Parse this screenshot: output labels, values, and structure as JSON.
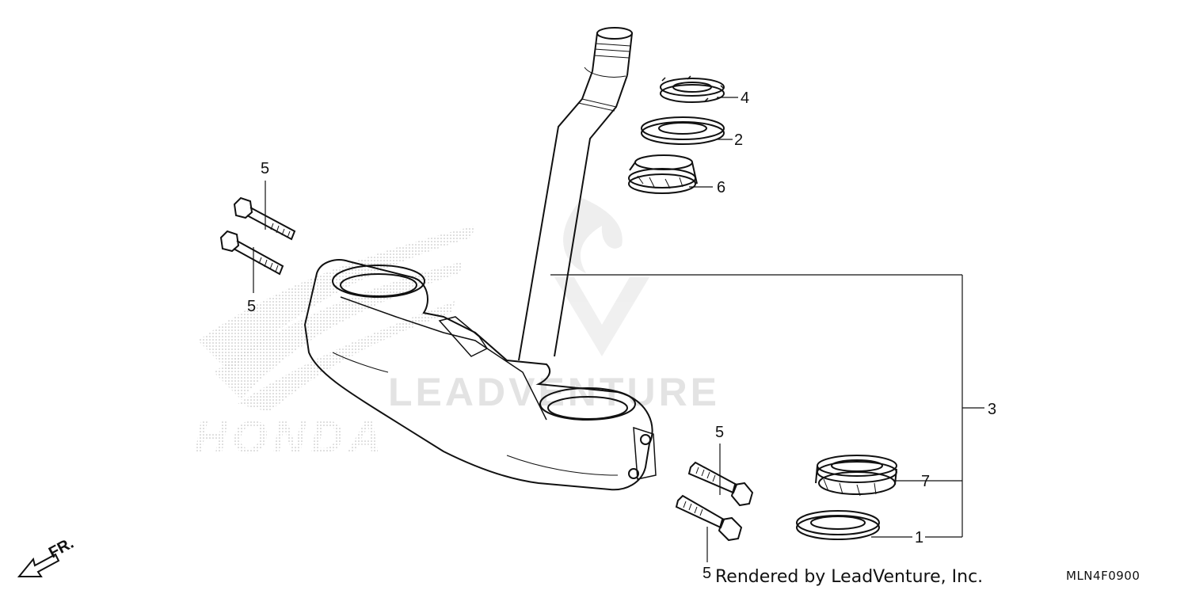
{
  "watermark": {
    "brand_text": "HONDA",
    "vendor_text": "LEADVENTURE"
  },
  "direction_marker": {
    "label": "FR."
  },
  "callouts": [
    {
      "label": "4",
      "part": "steering-nut"
    },
    {
      "label": "2",
      "part": "dust-seal-upper"
    },
    {
      "label": "6",
      "part": "upper-bearing"
    },
    {
      "label": "5",
      "part": "bolt-upper-left-top"
    },
    {
      "label": "5",
      "part": "bolt-upper-left-bottom"
    },
    {
      "label": "3",
      "part": "steering-stem-assembly"
    },
    {
      "label": "5",
      "part": "bolt-lower-right-top"
    },
    {
      "label": "7",
      "part": "lower-bearing"
    },
    {
      "label": "1",
      "part": "dust-seal-lower"
    },
    {
      "label": "5",
      "part": "bolt-lower-right-bottom"
    }
  ],
  "footer": {
    "rendered_by": "Rendered by LeadVenture, Inc.",
    "diagram_code": "MLN4F0900"
  }
}
